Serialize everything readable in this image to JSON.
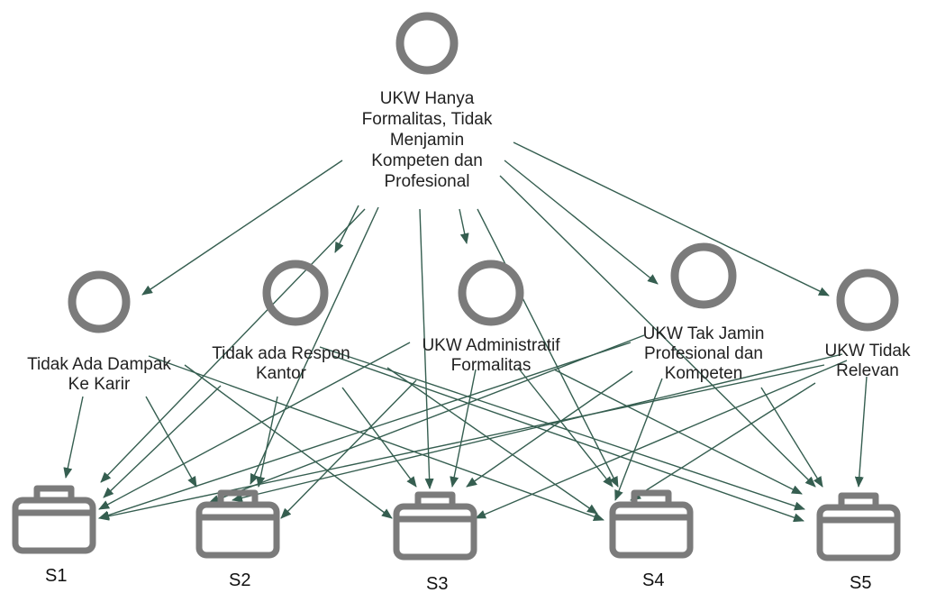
{
  "colors": {
    "node_stroke": "#7b7b7b",
    "edge": "#355e50",
    "text": "#222222"
  },
  "root": {
    "id": "root",
    "label_lines": [
      "UKW Hanya",
      "Formalitas, Tidak",
      "Menjamin",
      "Kompeten dan",
      "Profesional"
    ]
  },
  "themes": [
    {
      "id": "t1",
      "label_lines": [
        "Tidak Ada Dampak",
        "Ke Karir"
      ]
    },
    {
      "id": "t2",
      "label_lines": [
        "Tidak ada Respon",
        "Kantor"
      ]
    },
    {
      "id": "t3",
      "label_lines": [
        "UKW Administratif",
        "Formalitas"
      ]
    },
    {
      "id": "t4",
      "label_lines": [
        "UKW Tak Jamin",
        "Profesional dan",
        "Kompeten"
      ]
    },
    {
      "id": "t5",
      "label_lines": [
        "UKW Tidak",
        "Relevan"
      ]
    }
  ],
  "cases": [
    {
      "id": "s1",
      "label": "S1",
      "icon": "briefcase-icon"
    },
    {
      "id": "s2",
      "label": "S2",
      "icon": "briefcase-icon"
    },
    {
      "id": "s3",
      "label": "S3",
      "icon": "briefcase-icon"
    },
    {
      "id": "s4",
      "label": "S4",
      "icon": "briefcase-icon"
    },
    {
      "id": "s5",
      "label": "S5",
      "icon": "briefcase-icon"
    }
  ],
  "edges": [
    [
      "root",
      "t1"
    ],
    [
      "root",
      "t2"
    ],
    [
      "root",
      "t3"
    ],
    [
      "root",
      "t4"
    ],
    [
      "root",
      "t5"
    ],
    [
      "root",
      "s1"
    ],
    [
      "root",
      "s2"
    ],
    [
      "root",
      "s3"
    ],
    [
      "root",
      "s4"
    ],
    [
      "root",
      "s5"
    ],
    [
      "t1",
      "s1"
    ],
    [
      "t1",
      "s2"
    ],
    [
      "t1",
      "s3"
    ],
    [
      "t1",
      "s4"
    ],
    [
      "t1",
      "s5"
    ],
    [
      "t2",
      "s1"
    ],
    [
      "t2",
      "s2"
    ],
    [
      "t2",
      "s3"
    ],
    [
      "t2",
      "s4"
    ],
    [
      "t2",
      "s5"
    ],
    [
      "t3",
      "s1"
    ],
    [
      "t3",
      "s2"
    ],
    [
      "t3",
      "s3"
    ],
    [
      "t3",
      "s4"
    ],
    [
      "t3",
      "s5"
    ],
    [
      "t4",
      "s1"
    ],
    [
      "t4",
      "s2"
    ],
    [
      "t4",
      "s3"
    ],
    [
      "t4",
      "s4"
    ],
    [
      "t4",
      "s5"
    ],
    [
      "t5",
      "s1"
    ],
    [
      "t5",
      "s2"
    ],
    [
      "t5",
      "s3"
    ],
    [
      "t5",
      "s4"
    ],
    [
      "t5",
      "s5"
    ]
  ]
}
